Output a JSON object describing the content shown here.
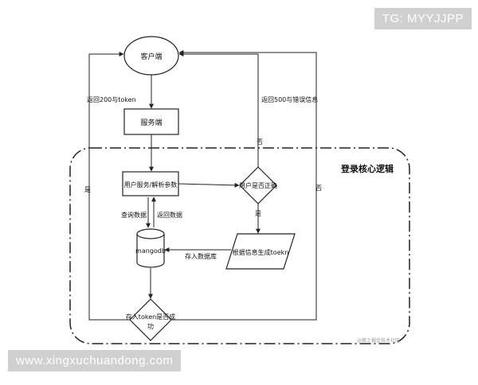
{
  "nodes": {
    "client": "客户端",
    "server": "服务端",
    "parse": "用户服务/解析参数",
    "check": "用户是否正确",
    "gen_token": "根据信息生成toekn",
    "db": "mangodb",
    "store_line1": "存入token是否成",
    "store_line2": "功"
  },
  "edges": {
    "return_200": "返回200与token",
    "return_500": "返回500与错误信息",
    "no_top": "否",
    "no_right": "否",
    "yes_left": "是",
    "yes_check": "是",
    "query": "查询数据",
    "return_data": "返回数据",
    "store_db": "存入数据库"
  },
  "region_title": "登录核心逻辑",
  "watermark_top": "TG: MYYJJPP",
  "watermark_bottom": "www.xingxuchuandong.com",
  "credit": "@稀土掘金技术社区"
}
